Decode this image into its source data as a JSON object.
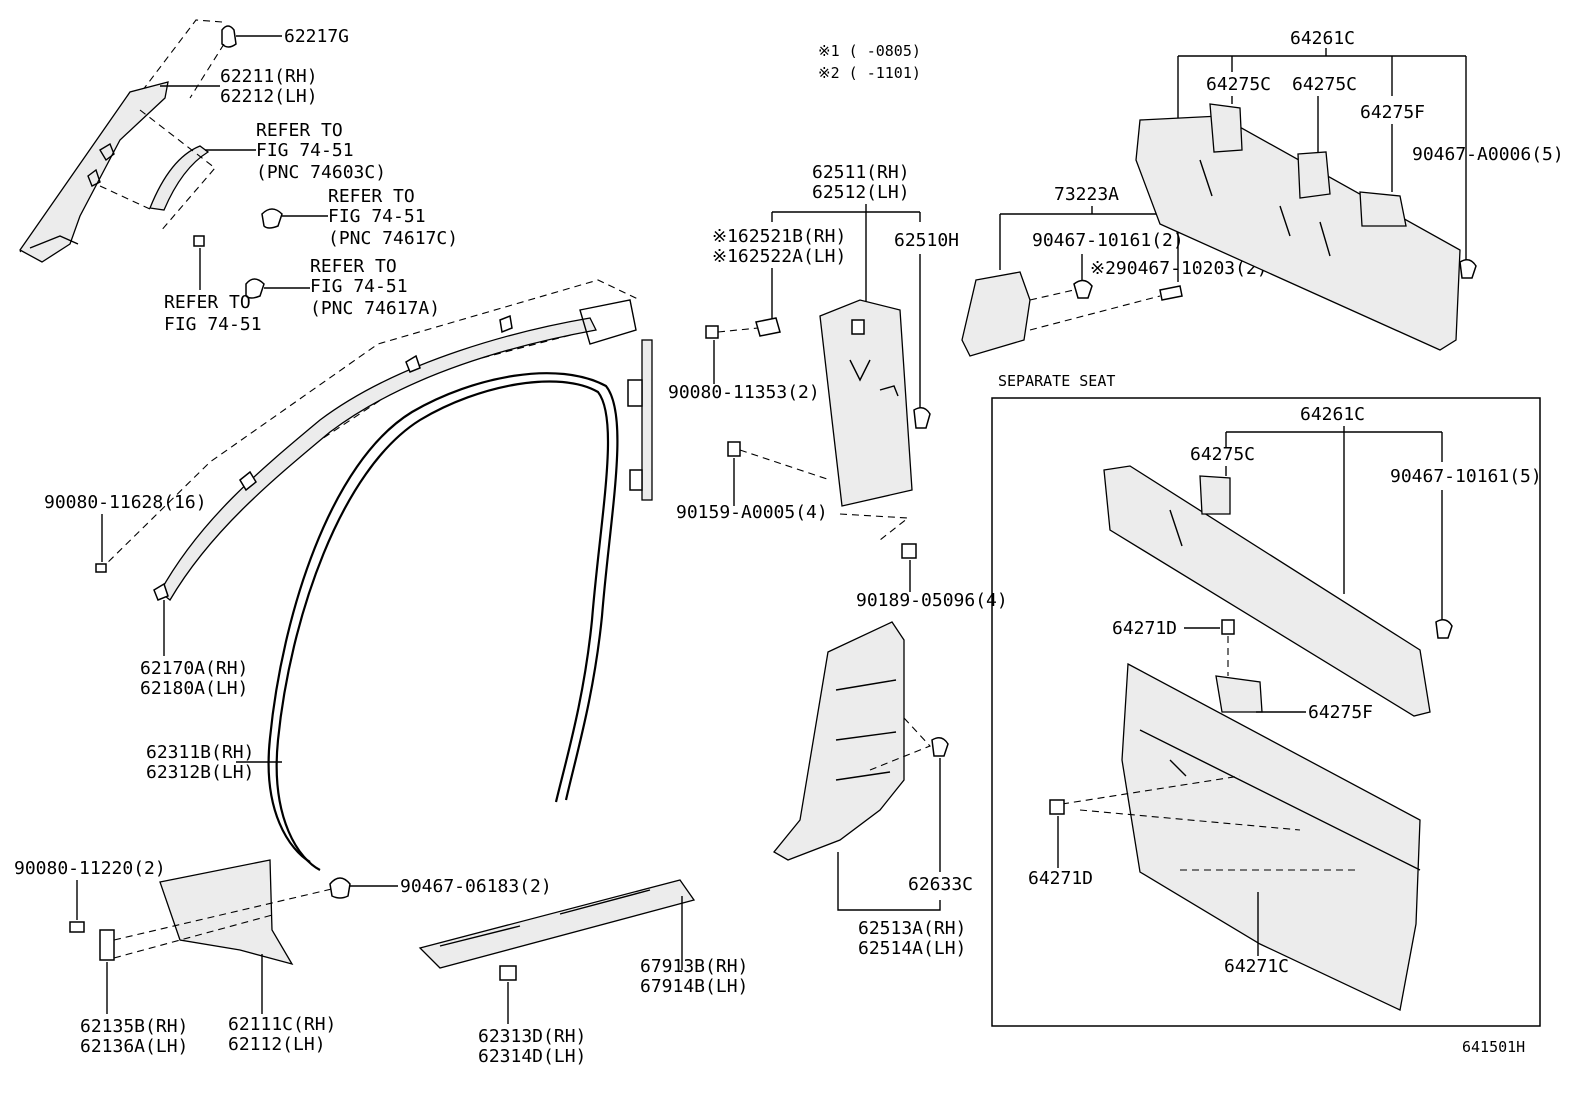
{
  "notes": {
    "note1": "※1 (     -0805)",
    "note2": "※2 (     -1101)"
  },
  "labels": {
    "p62217G": "62217G",
    "p62211": "62211(RH)",
    "p62212": "62212(LH)",
    "ref1a": "REFER TO",
    "ref1b": "FIG 74-51",
    "ref1c": "(PNC 74603C)",
    "ref2a": "REFER TO",
    "ref2b": "FIG 74-51",
    "ref2c": "(PNC 74617C)",
    "ref3a": "REFER TO",
    "ref3b": "FIG 74-51",
    "ref3c": "(PNC 74617A)",
    "ref4a": "REFER TO",
    "ref4b": "FIG 74-51",
    "p90080_11628": "90080-11628(16)",
    "p62170A": "62170A(RH)",
    "p62180A": "62180A(LH)",
    "p62311B": "62311B(RH)",
    "p62312B": "62312B(LH)",
    "p90080_11220": "90080-11220(2)",
    "p90467_06183": "90467-06183(2)",
    "p62135B": "62135B(RH)",
    "p62136A": "62136A(LH)",
    "p62111C": "62111C(RH)",
    "p62112": "62112(LH)",
    "p62313D": "62313D(RH)",
    "p62314D": "62314D(LH)",
    "p67913B": "67913B(RH)",
    "p67914B": "67914B(LH)",
    "p62511": "62511(RH)",
    "p62512": "62512(LH)",
    "p62521B": "※162521B(RH)",
    "p62522A": "※162522A(LH)",
    "p62510H": "62510H",
    "p90080_11353": "90080-11353(2)",
    "p90159": "90159-A0005(4)",
    "p90189": "90189-05096(4)",
    "p62513A": "62513A(RH)",
    "p62514A": "62514A(LH)",
    "p62633C": "62633C",
    "p73223A": "73223A",
    "p90467_10161a": "90467-10161(2)",
    "p90467_10203": "※290467-10203(2)",
    "p64261C_top": "64261C",
    "p64275C_a": "64275C",
    "p64275C_b": "64275C",
    "p64275F_top": "64275F",
    "p90467_A0006": "90467-A0006(5)",
    "separate_seat": "SEPARATE SEAT",
    "p64261C_box": "64261C",
    "p64275C_box": "64275C",
    "p90467_10161b": "90467-10161(5)",
    "p64271D_a": "64271D",
    "p64275F_box": "64275F",
    "p64271D_b": "64271D",
    "p64271C": "64271C",
    "figure_id": "641501H"
  }
}
